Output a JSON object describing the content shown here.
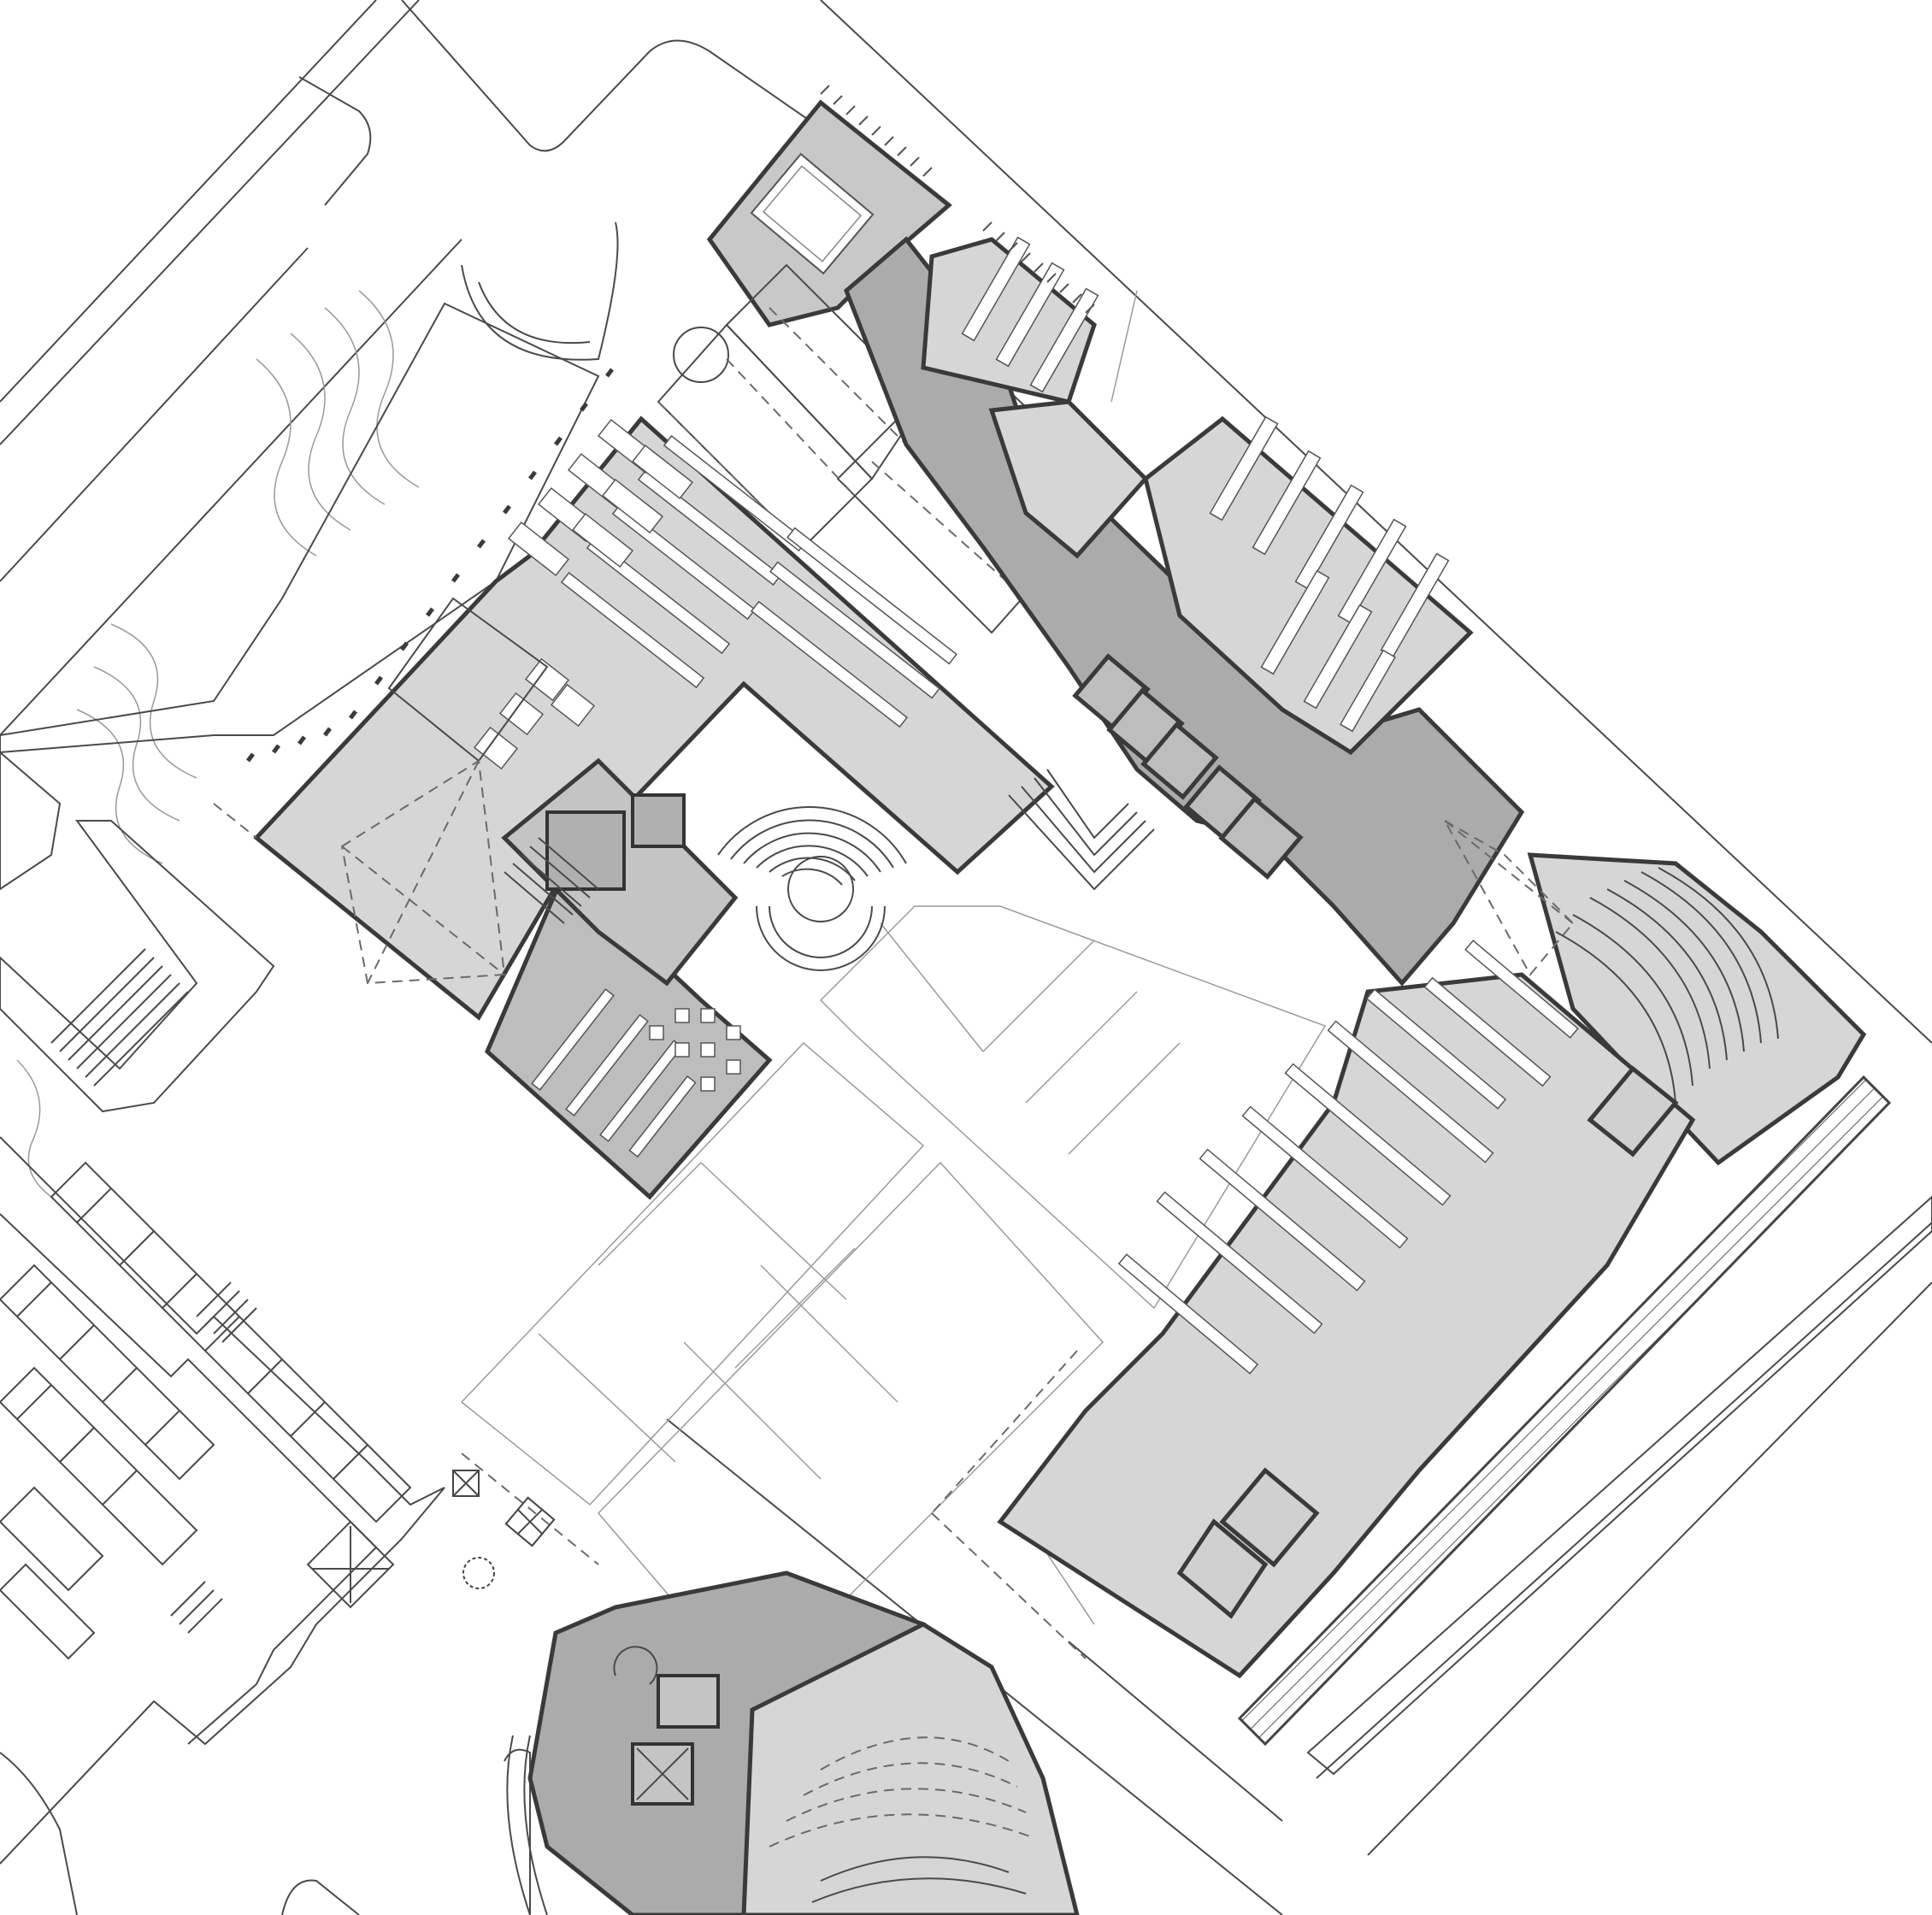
{
  "colors": {
    "background": "#ffffff",
    "floor_light": "#d6d6d6",
    "floor_mid": "#c4c4c4",
    "floor_dark": "#ababab",
    "wall": "#3a3a3a",
    "line": "#4a4a4a"
  },
  "zones": [
    {
      "id": "library-reading-hall",
      "tone": "light"
    },
    {
      "id": "library-stack-wing",
      "tone": "light"
    },
    {
      "id": "entrance-core",
      "tone": "mid"
    },
    {
      "id": "corridor-spine",
      "tone": "dark"
    },
    {
      "id": "book-stacks-east",
      "tone": "light"
    },
    {
      "id": "lecture-hall",
      "tone": "light"
    },
    {
      "id": "south-east-wing",
      "tone": "light"
    },
    {
      "id": "west-study-block",
      "tone": "dark"
    },
    {
      "id": "auditorium",
      "tone": "dark"
    }
  ]
}
